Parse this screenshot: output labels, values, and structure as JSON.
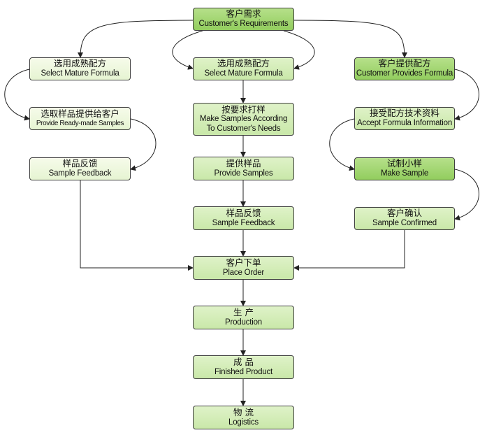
{
  "colors": {
    "node_light": "#e8f5d6",
    "node_mid": "#cdeab0",
    "node_dark": "#9ed36b",
    "border": "#3f3f3f",
    "arrow": "#222222"
  },
  "nodes": {
    "requirements": {
      "zh": "客户需求",
      "en": "Customer's Requirements"
    },
    "left_select": {
      "zh": "选用成熟配方",
      "en": "Select Mature Formula"
    },
    "left_provide": {
      "zh": "选取样品提供给客户",
      "en": "Provide Ready-made Samples"
    },
    "left_feedback": {
      "zh": "样品反馈",
      "en": "Sample Feedback"
    },
    "center_select": {
      "zh": "选用成熟配方",
      "en": "Select Mature Formula"
    },
    "center_make": {
      "zh": "按要求打样",
      "en": "Make Samples According To Customer's Needs"
    },
    "center_provide": {
      "zh": "提供样品",
      "en": "Provide Samples"
    },
    "center_feedback": {
      "zh": "样品反馈",
      "en": "Sample Feedback"
    },
    "right_customer": {
      "zh": "客户提供配方",
      "en": "Customer Provides Formula"
    },
    "right_accept": {
      "zh": "接受配方技术资料",
      "en": "Accept Formula Information"
    },
    "right_make": {
      "zh": "试制小样",
      "en": "Make Sample"
    },
    "right_confirmed": {
      "zh": "客户确认",
      "en": "Sample Confirmed"
    },
    "place_order": {
      "zh": "客户下单",
      "en": "Place Order"
    },
    "production": {
      "zh": "生 产",
      "en": "Production"
    },
    "finished": {
      "zh": "成 品",
      "en": "Finished Product"
    },
    "logistics": {
      "zh": "物 流",
      "en": "Logistics"
    }
  }
}
